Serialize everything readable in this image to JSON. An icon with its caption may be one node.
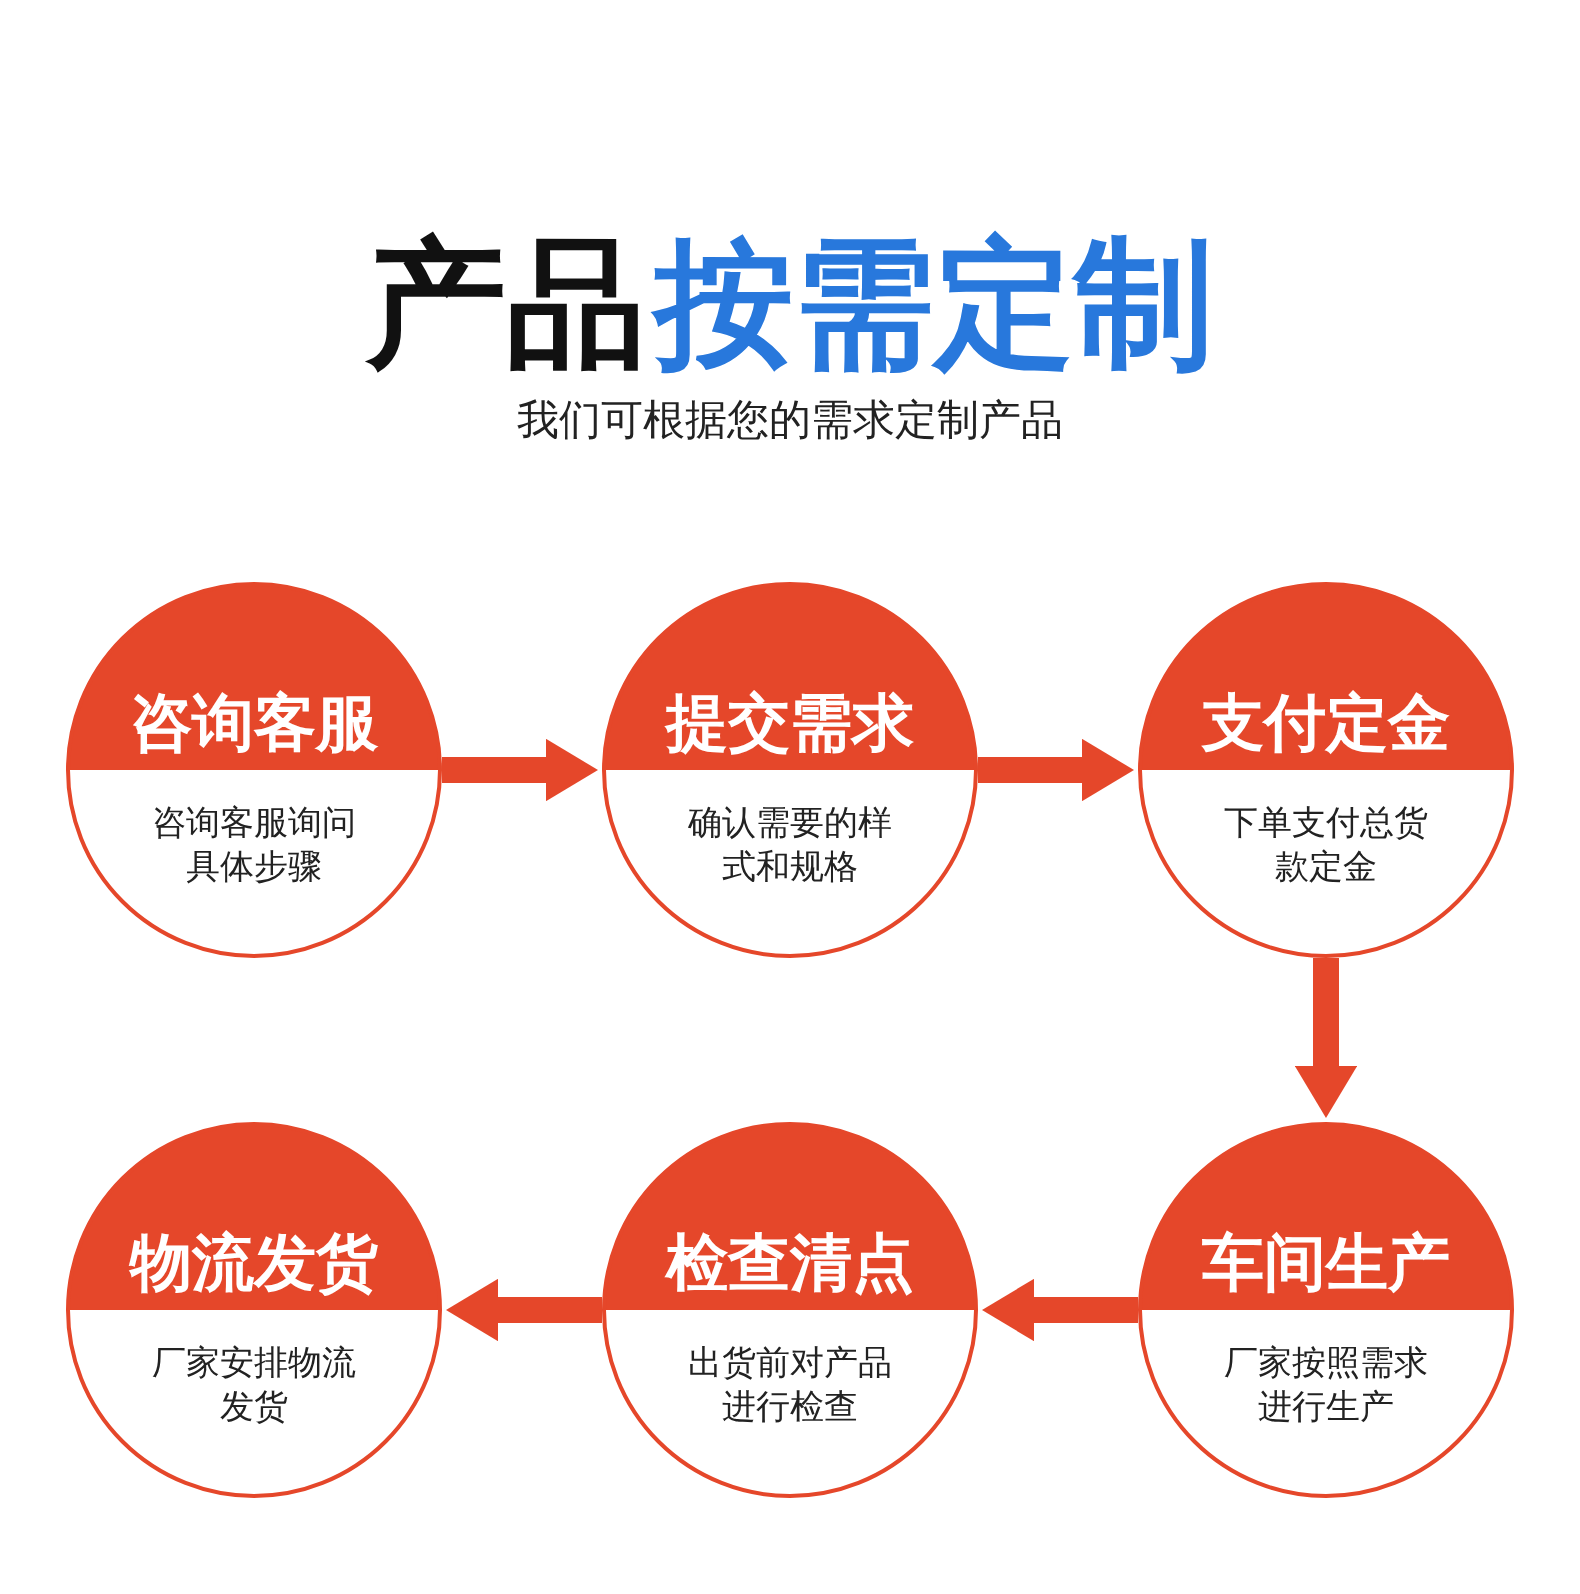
{
  "diagram": {
    "nodes": [
      {
        "text": [
          "咨询客服",
          "咨询客服询问具体步骤"
        ]
      },
      {
        "text": [
          "提交需求",
          "确认需要的样式和规格"
        ]
      },
      {
        "text": [
          "支付定金",
          "下单支付总货款定金"
        ]
      },
      {
        "text": [
          "车间生产",
          "厂家按照需求进行生产"
        ]
      },
      {
        "text": [
          "检查清点",
          "出货前对产品进行检查"
        ]
      },
      {
        "text": [
          "物流发货",
          "厂家安排物流发货"
        ]
      }
    ],
    "edges": [
      {
        "from": 0,
        "to": 1,
        "arrow": "to"
      },
      {
        "from": 1,
        "to": 2,
        "arrow": "to"
      },
      {
        "from": 2,
        "to": 3,
        "arrow": "to"
      },
      {
        "from": 3,
        "to": 4,
        "arrow": "to"
      },
      {
        "from": 4,
        "to": 5,
        "arrow": "to"
      }
    ],
    "labels": [
      "产品",
      "按需定制",
      "我们可根据您的需求定制产品"
    ]
  }
}
